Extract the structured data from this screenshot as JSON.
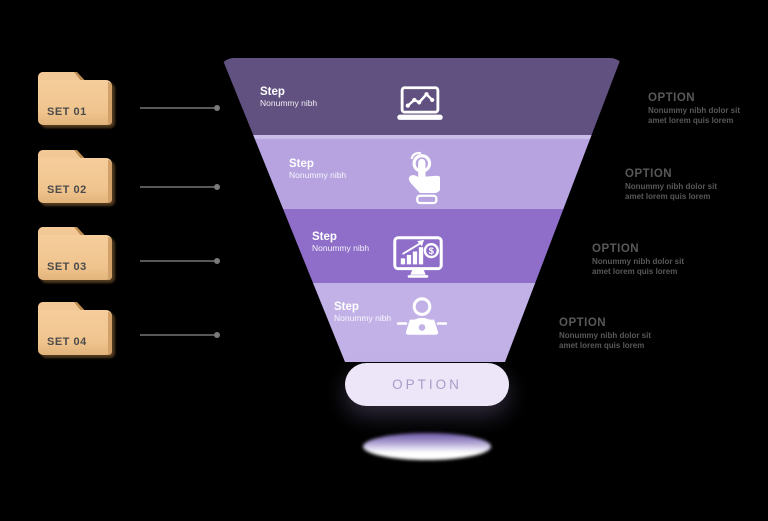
{
  "canvas": {
    "background": "#000000"
  },
  "sets": [
    {
      "label": "SET 01"
    },
    {
      "label": "SET 02"
    },
    {
      "label": "SET 03"
    },
    {
      "label": "SET 04"
    }
  ],
  "funnel": {
    "steps": [
      {
        "title": "Step",
        "subtitle": "Nonummy nibh",
        "icon": "laptop-line-chart-icon",
        "color": "#615180"
      },
      {
        "title": "Step",
        "subtitle": "Nonummy nibh",
        "icon": "tap-finger-icon",
        "color": "#b6a3e0"
      },
      {
        "title": "Step",
        "subtitle": "Nonummy nibh",
        "icon": "monitor-growth-dollar-icon",
        "color": "#8e6ec9"
      },
      {
        "title": "Step",
        "subtitle": "Nonummy nibh",
        "icon": "person-laptop-icon",
        "color": "#c2b1e7"
      }
    ],
    "result_label": "OPTION",
    "result_bg": "#ece6f8",
    "result_text_color": "#a79dc6"
  },
  "options": [
    {
      "title": "OPTION",
      "line1": "Nonummy nibh dolor sit",
      "line2": "amet lorem quis lorem"
    },
    {
      "title": "OPTION",
      "line1": "Nonummy nibh dolor sit",
      "line2": "amet lorem quis lorem"
    },
    {
      "title": "OPTION",
      "line1": "Nonummy nibh dolor sit",
      "line2": "amet lorem quis lorem"
    },
    {
      "title": "OPTION",
      "line1": "Nonummy nibh dolor sit",
      "line2": "amet lorem quis lorem"
    }
  ],
  "colors": {
    "folder": "#f2c996",
    "folder_label": "#4b4b4b",
    "connector": "#585858",
    "option_text": "#585858"
  }
}
